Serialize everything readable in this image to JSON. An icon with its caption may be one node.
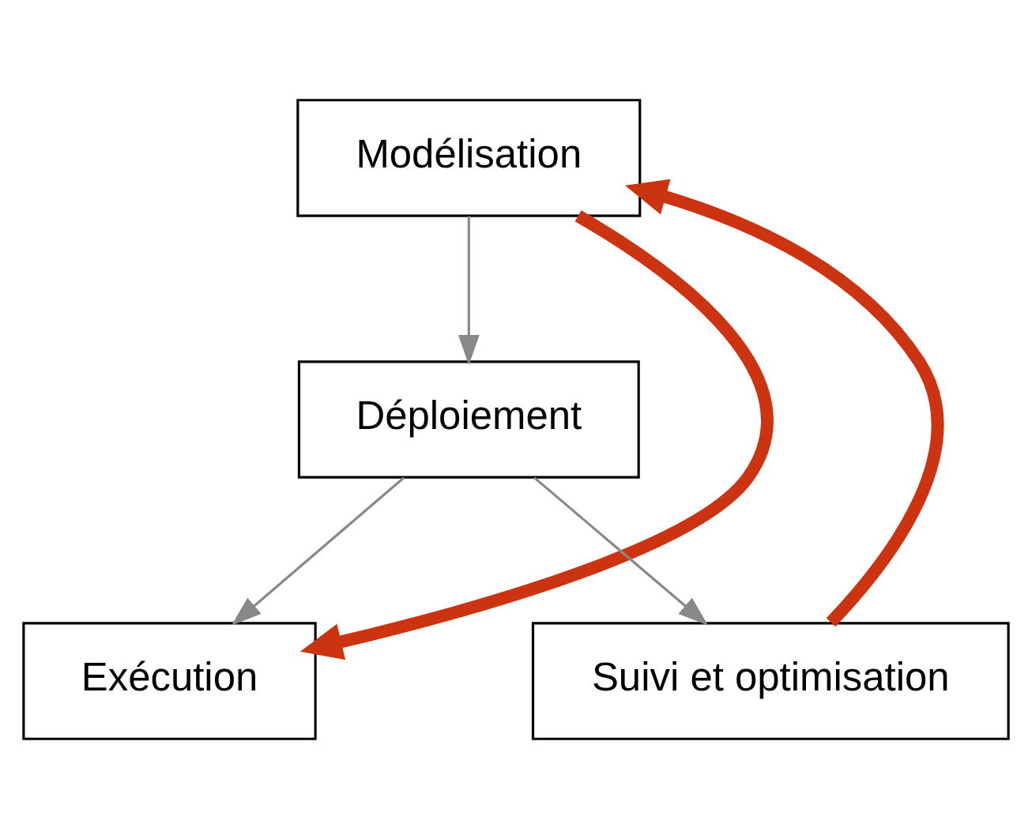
{
  "diagram": {
    "nodes": [
      {
        "text": [
          "Modélisation"
        ]
      },
      {
        "text": [
          "Déploiement"
        ]
      },
      {
        "text": [
          "Exécution"
        ]
      },
      {
        "text": [
          "Suivi et optimisation"
        ]
      }
    ],
    "edges": [
      {
        "from": 0,
        "to": 1,
        "arrow": "to"
      },
      {
        "from": 1,
        "to": 2,
        "arrow": "to"
      },
      {
        "from": 1,
        "to": 3,
        "arrow": "to"
      },
      {
        "from": 0,
        "to": 2,
        "arrow": "to",
        "style": "thick",
        "color": "#cc3311"
      },
      {
        "from": 3,
        "to": 0,
        "arrow": "to",
        "style": "thick",
        "color": "#cc3311"
      }
    ]
  }
}
